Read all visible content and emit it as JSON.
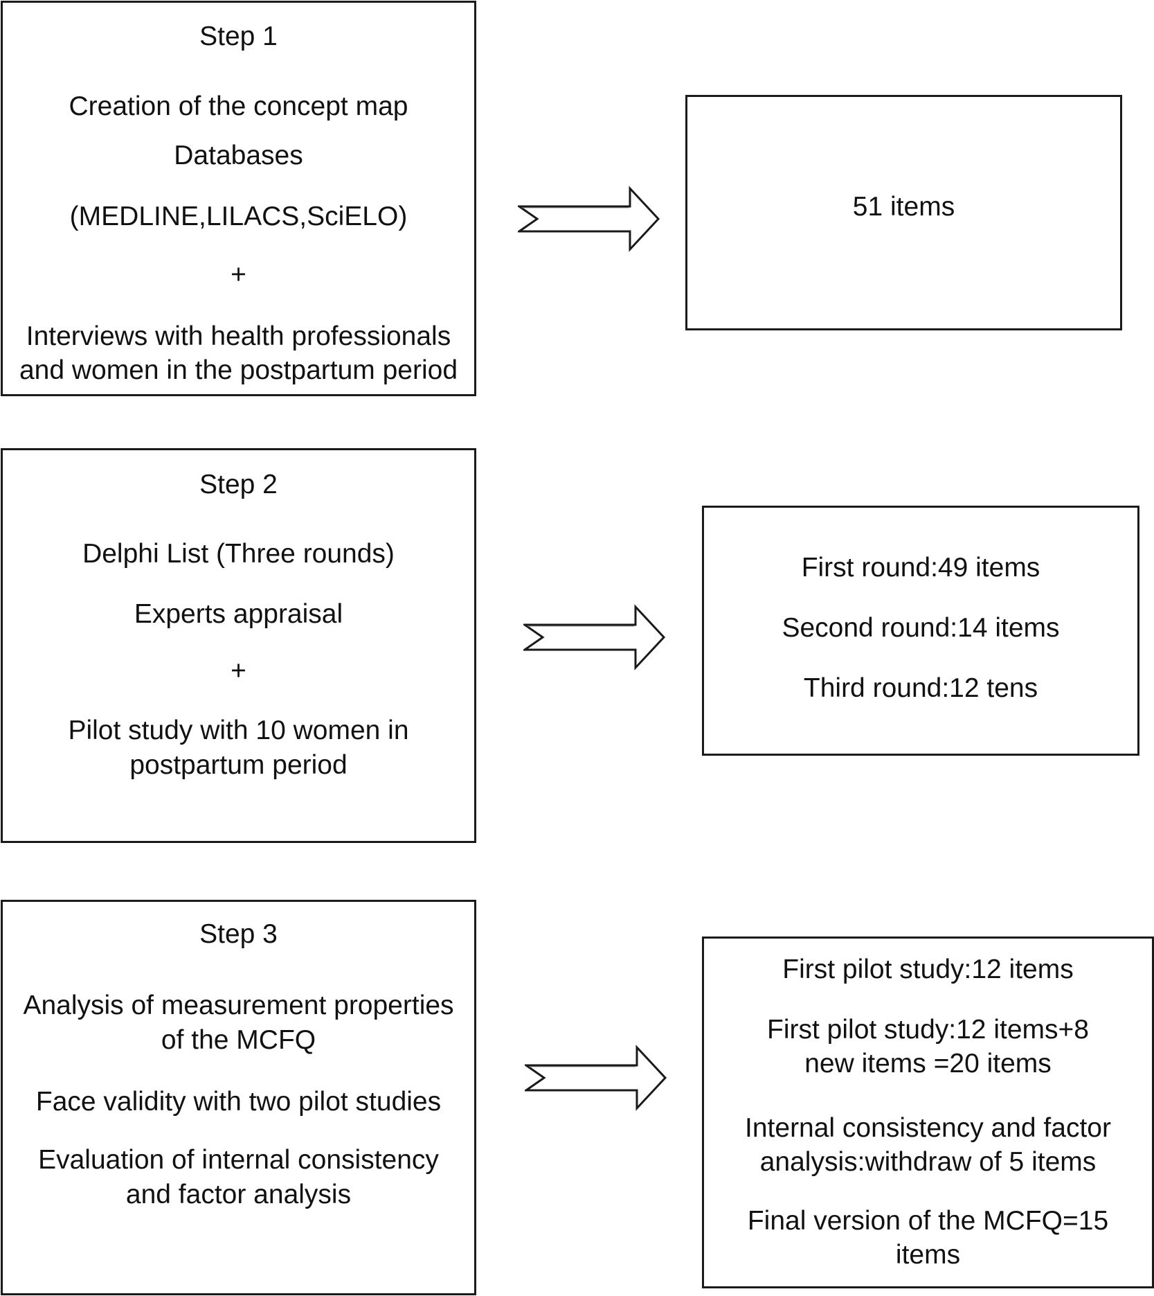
{
  "steps": [
    {
      "title": "Step 1",
      "lines": [
        "Creation of the concept map",
        "Databases",
        "(MEDLINE,LILACS,SciELO)",
        "+",
        "Interviews with health professionals",
        "and women in the postpartum period"
      ],
      "result_lines": [
        "51 items"
      ]
    },
    {
      "title": "Step 2",
      "lines": [
        "Delphi List (Three rounds)",
        "Experts appraisal",
        "+",
        "Pilot study with 10 women in",
        "postpartum period"
      ],
      "result_lines": [
        "First round:49 items",
        "Second round:14 items",
        "Third round:12 tens"
      ]
    },
    {
      "title": "Step 3",
      "lines": [
        "Analysis of measurement properties",
        "of the MCFQ",
        "Face validity with two pilot studies",
        "Evaluation of internal consistency",
        "and factor analysis"
      ],
      "result_lines": [
        "First pilot study:12 items",
        "First pilot study:12 items+8",
        "new items =20 items",
        "Internal consistency and factor",
        "analysis:withdraw of 5 items",
        "Final version of the MCFQ=15",
        "items"
      ]
    }
  ]
}
